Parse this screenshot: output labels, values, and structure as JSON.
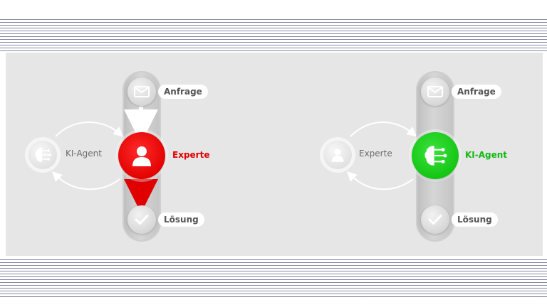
{
  "colors": {
    "panel": "#e6e6e6",
    "rail": "#c8c8c8",
    "expert_highlight": "#e10000",
    "agent_highlight": "#12c412",
    "neutral_label": "#555555"
  },
  "left_flow": {
    "top_node": {
      "icon": "envelope-icon",
      "label": "Anfrage"
    },
    "center_node": {
      "icon": "person-icon",
      "label": "Experte",
      "highlight": "red"
    },
    "bottom_node": {
      "icon": "checkmark-icon",
      "label": "Lösung"
    },
    "side_node": {
      "icon": "brain-circuit-icon",
      "label": "KI-Agent"
    }
  },
  "right_flow": {
    "top_node": {
      "icon": "envelope-icon",
      "label": "Anfrage"
    },
    "center_node": {
      "icon": "brain-circuit-icon",
      "label": "KI-Agent",
      "highlight": "green"
    },
    "bottom_node": {
      "icon": "checkmark-icon",
      "label": "Lösung"
    },
    "side_node": {
      "icon": "person-icon",
      "label": "Experte"
    }
  }
}
